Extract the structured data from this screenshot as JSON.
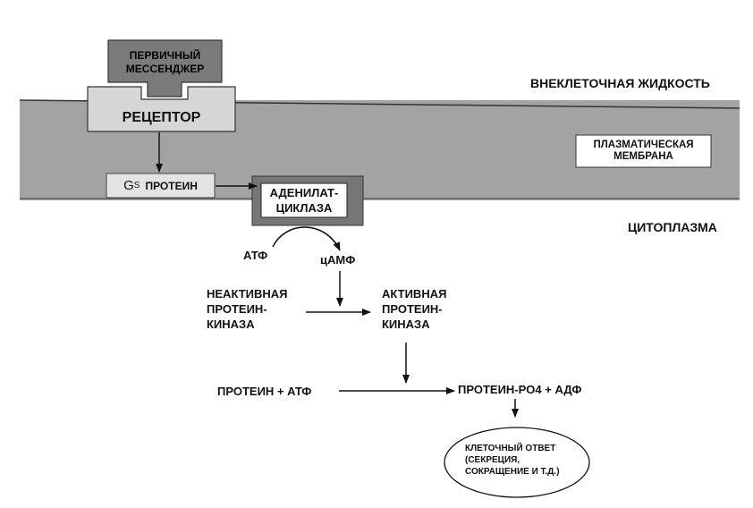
{
  "extracellular_label": "ВНЕКЛЕТОЧНАЯ ЖИДКОСТЬ",
  "cytoplasm_label": "ЦИТОПЛАЗМА",
  "membrane_label": "ПЛАЗМАТИЧЕСКАЯ\nМЕМБРАНА",
  "first_messenger": "ПЕРВИЧНЫЙ\nМЕССЕНДЖЕР",
  "receptor": "РЕЦЕПТОР",
  "gs_protein": {
    "letter": "G",
    "subscript": "S",
    "text": "ПРОТЕИН"
  },
  "adenylate_cyclase": "АДЕНИЛАТ-\nЦИКЛАЗА",
  "atp": "АТФ",
  "camp": "цАМФ",
  "inactive_kinase": "НЕАКТИВНАЯ\nПРОТЕИН-\nКИНАЗА",
  "active_kinase": "АКТИВНАЯ\nПРОТЕИН-\nКИНАЗА",
  "protein_atp": "ПРОТЕИН + АТФ",
  "protein_po4_adp": "ПРОТЕИН-PO4 + АДФ",
  "cell_response": "КЛЕТОЧНЫЙ ОТВЕТ\n(СЕКРЕЦИЯ,\nСОКРАЩЕНИЕ И Т.Д.)",
  "colors": {
    "membrane": "#a3a3a3",
    "messenger": "#7b7b7b",
    "receptor": "#d6d6d6",
    "gs_box": "#e3e3e3",
    "cyclase_frame": "#767676",
    "ink": "#111111"
  }
}
